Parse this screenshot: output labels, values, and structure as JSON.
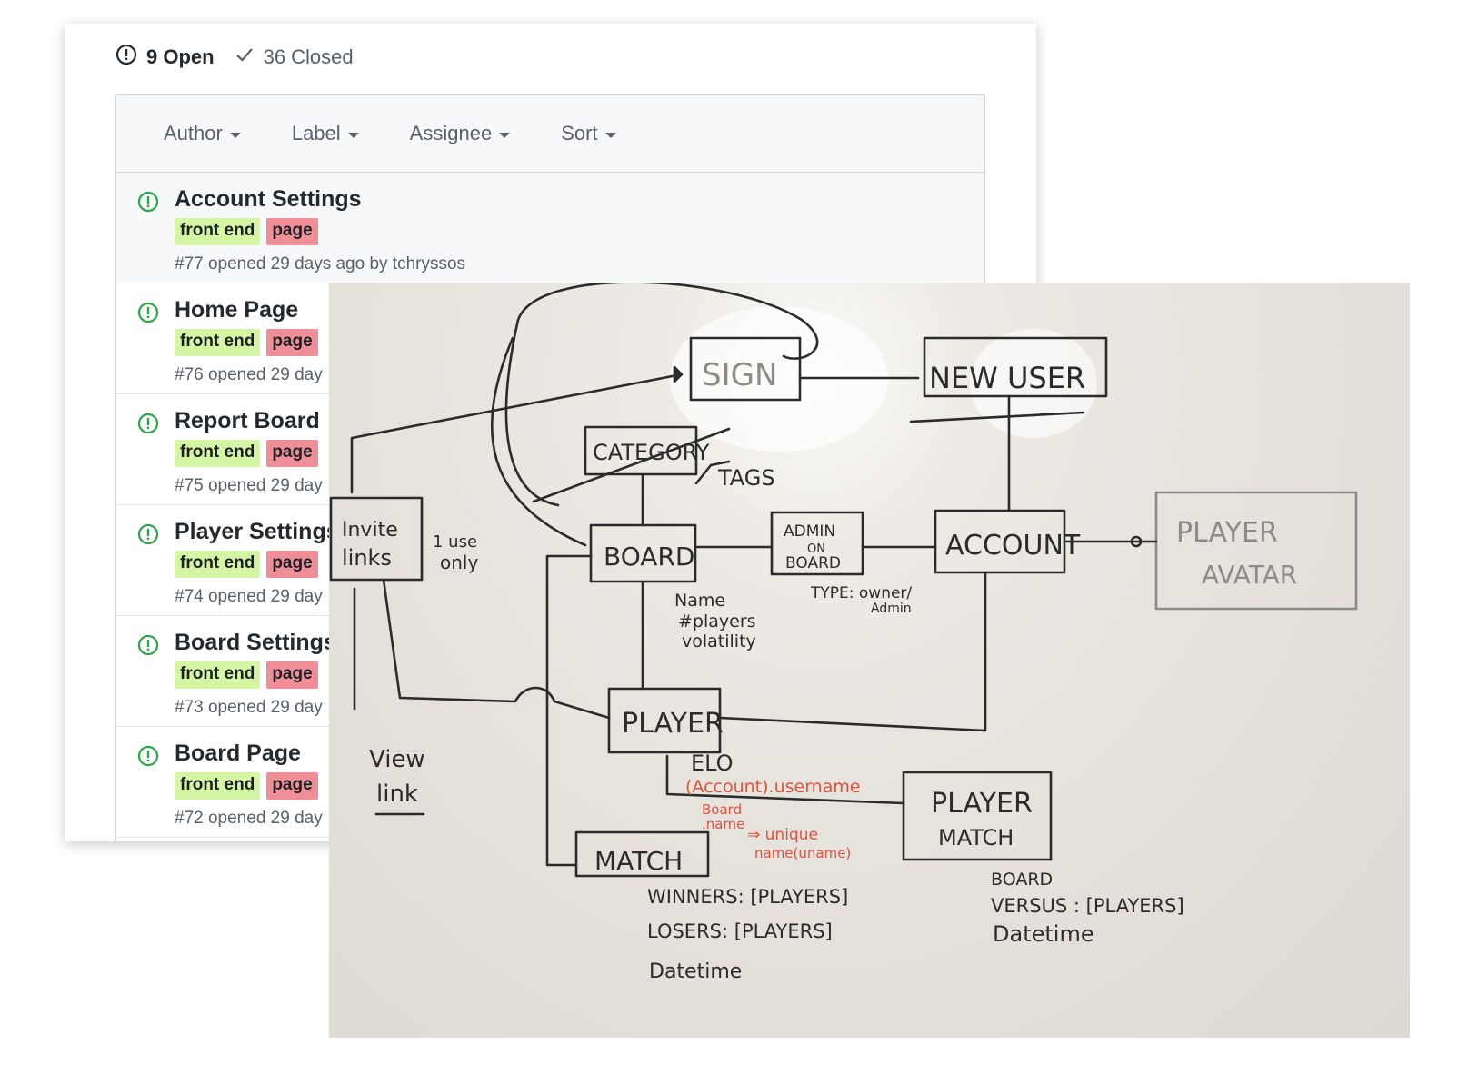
{
  "issues_header": {
    "open_label": "9 Open",
    "closed_label": "36 Closed"
  },
  "filters": [
    "Author",
    "Label",
    "Assignee",
    "Sort"
  ],
  "issues": [
    {
      "title": "Account Settings",
      "labels": [
        "front end",
        "page"
      ],
      "meta": "#77 opened 29 days ago by tchryssos"
    },
    {
      "title": "Home Page",
      "labels": [
        "front end",
        "page"
      ],
      "meta": "#76 opened 29 day"
    },
    {
      "title": "Report Board",
      "labels": [
        "front end",
        "page"
      ],
      "meta": "#75 opened 29 day"
    },
    {
      "title": "Player Settings",
      "labels": [
        "front end",
        "page"
      ],
      "meta": "#74 opened 29 day"
    },
    {
      "title": "Board Settings",
      "labels": [
        "front end",
        "page"
      ],
      "meta": "#73 opened 29 day"
    },
    {
      "title": "Board Page",
      "labels": [
        "front end",
        "page"
      ],
      "meta": "#72 opened 29 day"
    }
  ],
  "whiteboard": {
    "sign": "SIGN",
    "new_user": "NEW USER",
    "category": "CATEGORY",
    "tags": "TAGS",
    "invite_links_1": "Invite",
    "invite_links_2": "links",
    "use_only_1": "1 use",
    "use_only_2": "only",
    "board": "BOARD",
    "admin_on_board_1": "ADMIN",
    "admin_on_board_2": "ON",
    "admin_on_board_3": "BOARD",
    "account": "ACCOUNT",
    "player_avatar_1": "PLAYER",
    "player_avatar_2": "AVATAR",
    "type_owner": "TYPE: owner/",
    "type_admin": "Admin",
    "board_fields_1": "Name",
    "board_fields_2": "#players",
    "board_fields_3": "volatility",
    "player": "PLAYER",
    "elo": "ELO",
    "account_username": "(Account).username",
    "board_name_1": "Board",
    "board_name_2": ".name",
    "unique_1": "⇒ unique",
    "unique_2": "name(uname)",
    "view_link_1": "View",
    "view_link_2": "link",
    "player_match_1": "PLAYER",
    "player_match_2": "MATCH",
    "match": "MATCH",
    "winners": "WINNERS: [PLAYERS]",
    "losers": "LOSERS: [PLAYERS]",
    "match_datetime": "Datetime",
    "pm_board": "BOARD",
    "pm_versus": "VERSUS : [PLAYERS]",
    "pm_datetime": "Datetime"
  },
  "colors": {
    "open_green": "#28a745",
    "label_front_end": "#d4f5a3",
    "label_page": "#f08e98",
    "marker_black": "#2b2b2b",
    "marker_red": "#e0523f"
  }
}
